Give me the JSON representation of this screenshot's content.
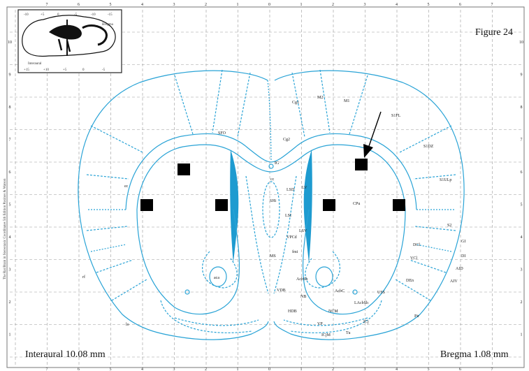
{
  "figure_label": "Figure 24",
  "interaural": "Interaural 10.08 mm",
  "bregma": "Bregma 1.08 mm",
  "side_credit": "The Rat Brain in Stereotaxic Coordinates  5th Edition  Paxinos & Watson",
  "colors": {
    "line": "#29a3d6",
    "fill": "#1e9bd0",
    "grid": "#9a9a9a",
    "marker": "#000000"
  },
  "top_ticks": [
    "7",
    "6",
    "5",
    "4",
    "3",
    "2",
    "1",
    "0",
    "1",
    "2",
    "3",
    "4",
    "5",
    "6",
    "7"
  ],
  "bottom_ticks": [
    "7",
    "6",
    "5",
    "4",
    "3",
    "2",
    "1",
    "0",
    "1",
    "2",
    "3",
    "4",
    "5",
    "6",
    "7"
  ],
  "left_ticks": [
    "10",
    "9",
    "8",
    "7",
    "6",
    "5",
    "4",
    "3",
    "2",
    "1"
  ],
  "right_ticks": [
    "10",
    "9",
    "8",
    "7",
    "6",
    "5",
    "4",
    "3",
    "2",
    "1"
  ],
  "inset": {
    "bregma": "Bregma",
    "interaural": "Interaural",
    "top_ticks": [
      "-10",
      "+5",
      "0",
      "-5",
      "-10",
      "-15"
    ],
    "bottom_ticks": [
      "+15",
      "+10",
      "+5",
      "0",
      "-5"
    ]
  },
  "regions": {
    "cg1": "Cg1",
    "m2": "M2",
    "m1": "M1",
    "s1fl": "S1FL",
    "s1dz": "S1DZ",
    "s1ulp": "S1ULp",
    "s2": "S2",
    "gi": "GI",
    "di": "DI",
    "aid": "AID",
    "aiv": "AIV",
    "cg2": "Cg2",
    "cpu": "CPu",
    "lv": "LV",
    "lsd": "LSD",
    "lsi": "LSI",
    "lsv": "LSV",
    "shi": "SHi",
    "ms": "MS",
    "vdb": "VDB",
    "hdb": "HDB",
    "acbc": "AcbC",
    "acbsh": "AcbSh",
    "lacbsh": "LAcbSh",
    "vp": "VP",
    "icj": "ICj",
    "icjm": "ICjM",
    "lo": "lo",
    "rf": "rf",
    "aca": "aca",
    "cc": "cc",
    "ec": "ec",
    "fmi": "fmi",
    "ig": "IG",
    "dcl": "DCl",
    "vcl": "VCl",
    "den": "DEn",
    "tu": "Tu",
    "ncm": "NCM",
    "pir": "Pir",
    "uss": "USS",
    "nb": "NB",
    "vpcd": "VPCd",
    "sfo": "SFO"
  },
  "markers": [
    "marker-1",
    "marker-2",
    "marker-3",
    "marker-4",
    "marker-5",
    "marker-6"
  ]
}
